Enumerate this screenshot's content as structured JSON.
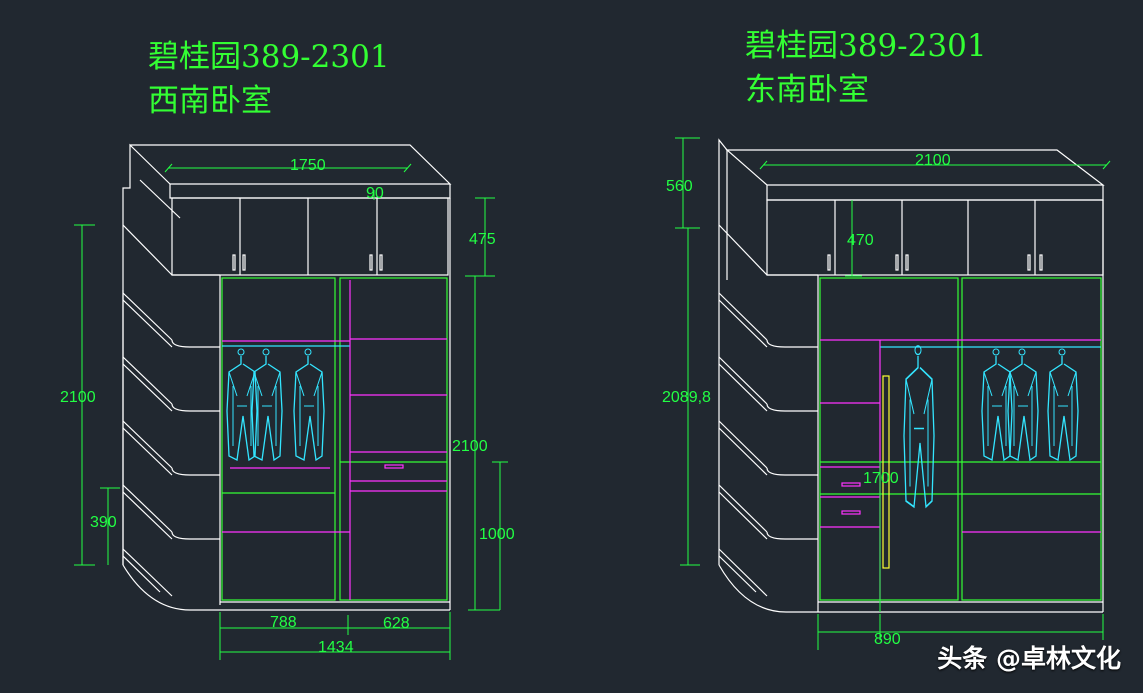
{
  "left_title": {
    "line1": "碧桂园389-2301",
    "line2": "西南卧室"
  },
  "right_title": {
    "line1": "碧桂园389-2301",
    "line2": "东南卧室"
  },
  "left_dims": {
    "top_width": "1750",
    "top_small": "90",
    "upper_cabinet_height": "475",
    "total_height_left": "2100",
    "total_height_right": "2100",
    "shelf_height": "390",
    "lower_height": "1000",
    "bottom_left": "788",
    "bottom_right": "628",
    "bottom_total": "1434"
  },
  "right_dims": {
    "top_width": "2100",
    "upper_height_outer": "560",
    "upper_height_inner": "470",
    "total_height": "2089,8",
    "hanging_height": "1700",
    "bottom_width": "890"
  },
  "watermark": "头条 @卓林文化",
  "colors": {
    "background": "#212830",
    "line": "#ffffff",
    "dimension": "#22ff44",
    "accent": "#ff33ff",
    "hanger": "#33e5ff",
    "door": "#ffff33"
  }
}
